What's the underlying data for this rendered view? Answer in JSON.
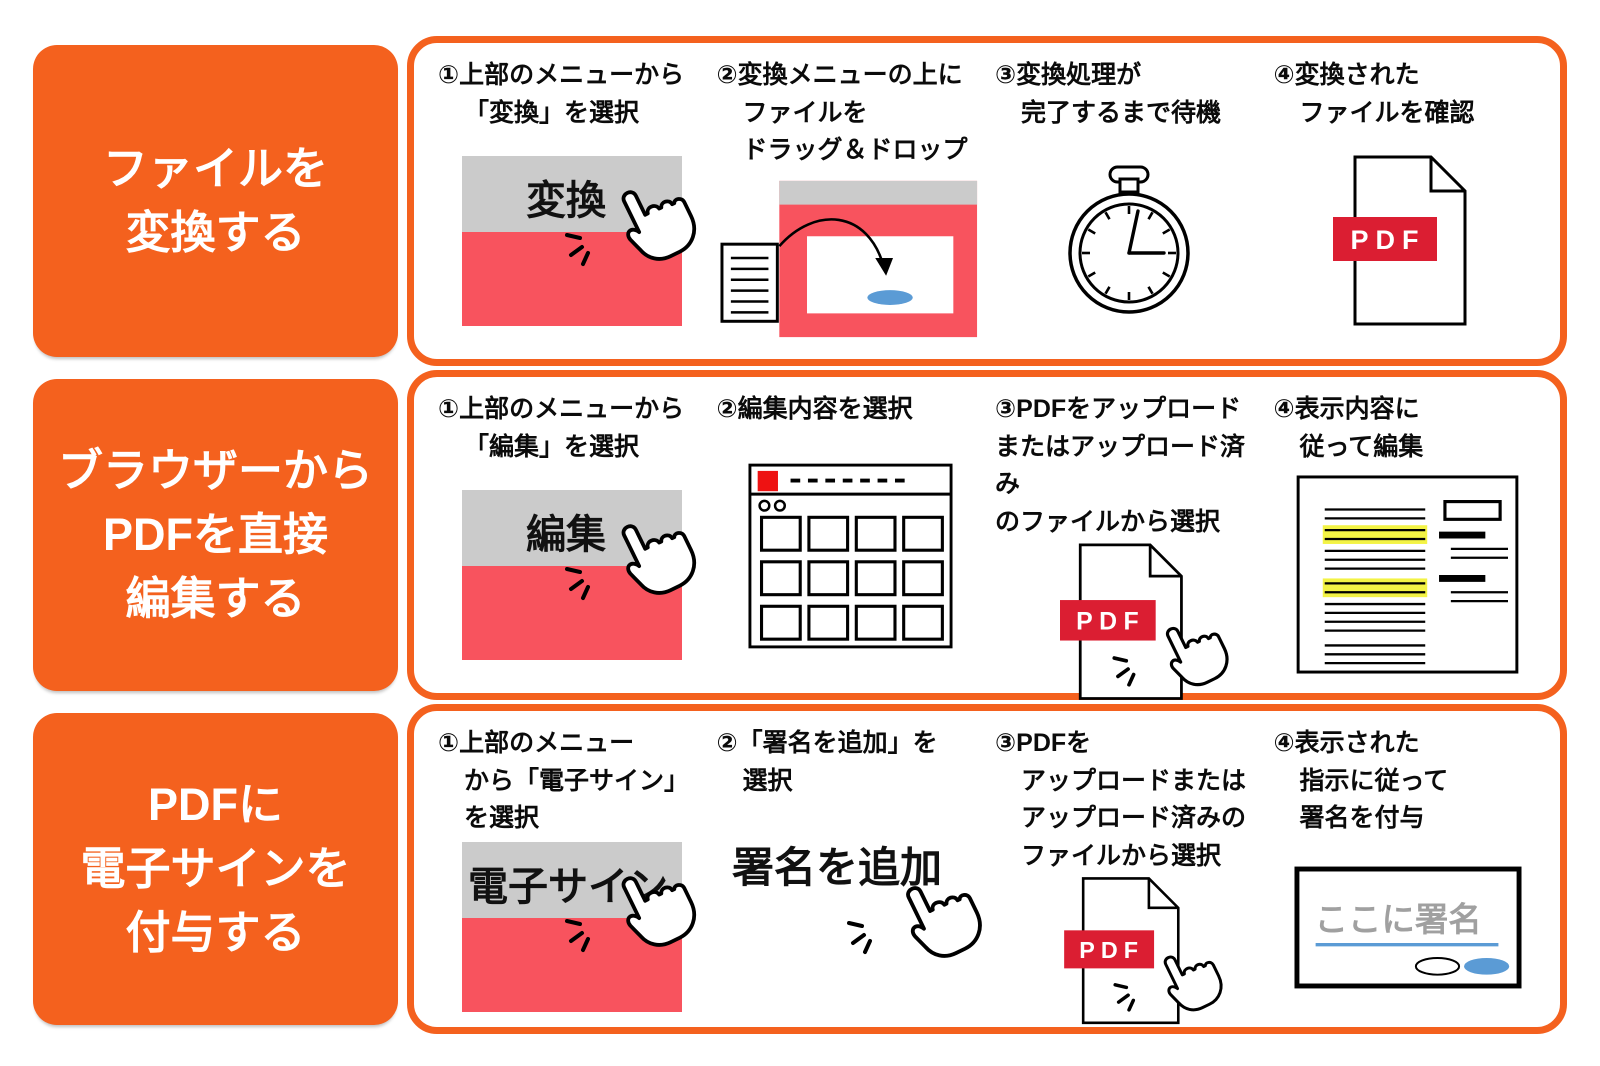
{
  "colors": {
    "orange": "#F4611E",
    "menu_gray": "#CBCBCB",
    "menu_red": "#F8535E",
    "pdf_red": "#DB1E32",
    "square_red": "#EE1212",
    "blue": "#5B9BD5",
    "highlight_yellow": "#F3F345",
    "sign_gray": "#A0A0A0"
  },
  "rows": [
    {
      "label": "ファイルを\n変換する",
      "steps": [
        {
          "title": "①上部のメニューから\n「変換」を選択",
          "menu_label": "変換"
        },
        {
          "title": "②変換メニューの上に\nファイルを\nドラッグ＆ドロップ"
        },
        {
          "title": "③変換処理が\n完了するまで待機"
        },
        {
          "title": "④変換された\nファイルを確認",
          "badge": "PDF"
        }
      ]
    },
    {
      "label": "ブラウザーから\nPDFを直接\n編集する",
      "steps": [
        {
          "title": "①上部のメニューから\n「編集」を選択",
          "menu_label": "編集"
        },
        {
          "title": "②編集内容を選択"
        },
        {
          "title": "③PDFをアップロード\nまたはアップロード済み\nのファイルから選択",
          "badge": "PDF"
        },
        {
          "title": "④表示内容に\n従って編集"
        }
      ]
    },
    {
      "label": "PDFに\n電子サインを\n付与する",
      "steps": [
        {
          "title": "①上部のメニュー\nから「電子サイン」\nを選択",
          "menu_label": "電子サイン"
        },
        {
          "title": "②「署名を追加」を\n選択",
          "button_label": "署名を追加"
        },
        {
          "title": "③PDFを\nアップロードまたは\nアップロード済みの\nファイルから選択",
          "badge": "PDF"
        },
        {
          "title": "④表示された\n指示に従って\n署名を付与",
          "sign_placeholder": "ここに署名"
        }
      ]
    }
  ]
}
